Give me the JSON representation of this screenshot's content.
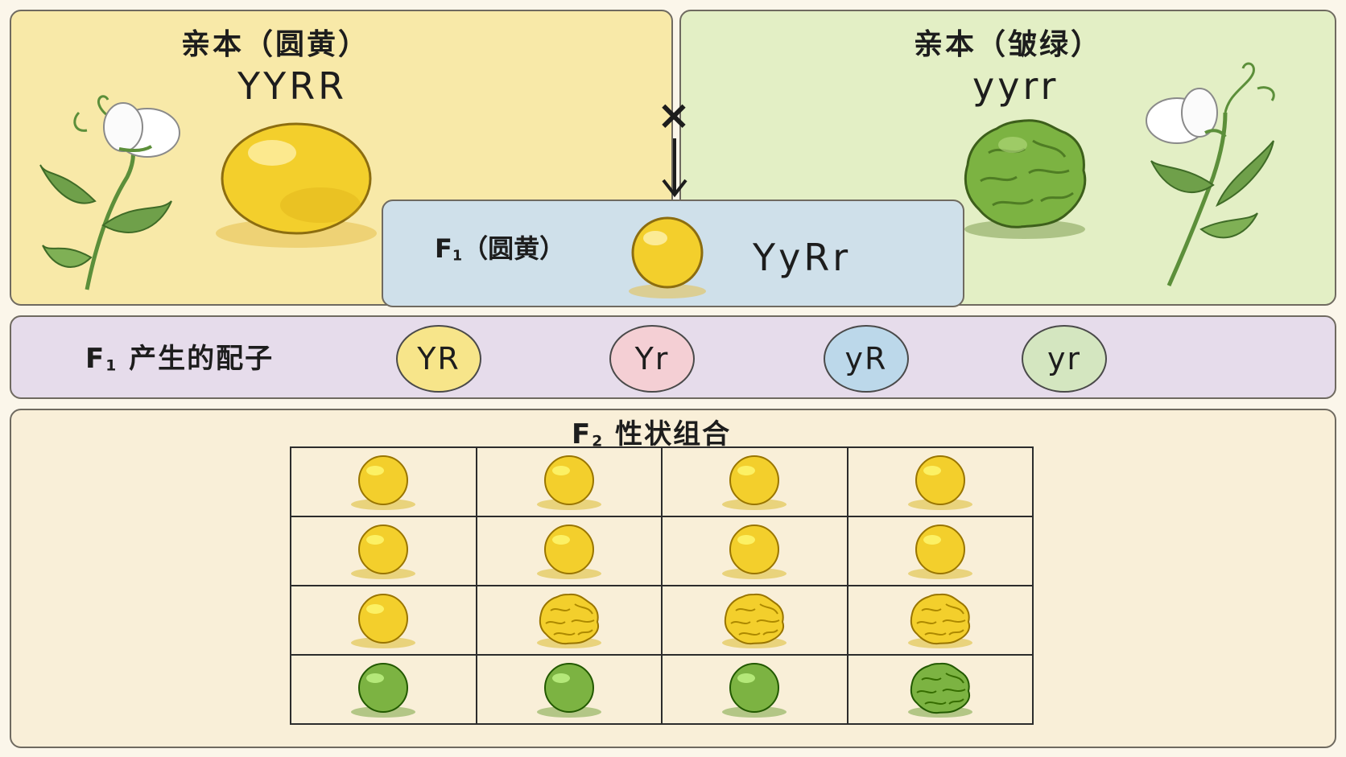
{
  "parents": {
    "left": {
      "title": "亲本（圆黄）",
      "genotype": "YYRR",
      "seed_color": "#f3cf2c",
      "seed_shape": "round"
    },
    "right": {
      "title": "亲本（皱绿）",
      "genotype": "yyrr",
      "seed_color": "#7cb342",
      "seed_shape": "wrinkled"
    },
    "cross_symbol": "×"
  },
  "f1": {
    "title_prefix": "F",
    "title_sub": "1",
    "title_suffix": "（圆黄）",
    "genotype": "YyRr",
    "seed_color": "#f3cf2c"
  },
  "gametes": {
    "title_prefix": "F",
    "title_sub": "1",
    "title_suffix": " 产生的配子",
    "items": [
      {
        "label": "YR",
        "color": "#f7e58a"
      },
      {
        "label": "Yr",
        "color": "#f4cfd4"
      },
      {
        "label": "yR",
        "color": "#bcd8ea"
      },
      {
        "label": "yr",
        "color": "#d4e6c0"
      }
    ]
  },
  "f2": {
    "title_prefix": "F",
    "title_sub": "2",
    "title_suffix": " 性状组合",
    "colors": {
      "yellow": "#f3cf2c",
      "green": "#7cb342"
    },
    "grid": [
      [
        {
          "color": "yellow",
          "shape": "round"
        },
        {
          "color": "yellow",
          "shape": "round"
        },
        {
          "color": "yellow",
          "shape": "round"
        },
        {
          "color": "yellow",
          "shape": "round"
        }
      ],
      [
        {
          "color": "yellow",
          "shape": "round"
        },
        {
          "color": "yellow",
          "shape": "round"
        },
        {
          "color": "yellow",
          "shape": "round"
        },
        {
          "color": "yellow",
          "shape": "round"
        }
      ],
      [
        {
          "color": "yellow",
          "shape": "round"
        },
        {
          "color": "yellow",
          "shape": "wrinkled"
        },
        {
          "color": "yellow",
          "shape": "wrinkled"
        },
        {
          "color": "yellow",
          "shape": "wrinkled"
        }
      ],
      [
        {
          "color": "green",
          "shape": "round"
        },
        {
          "color": "green",
          "shape": "round"
        },
        {
          "color": "green",
          "shape": "round"
        },
        {
          "color": "green",
          "shape": "wrinkled"
        }
      ]
    ]
  }
}
